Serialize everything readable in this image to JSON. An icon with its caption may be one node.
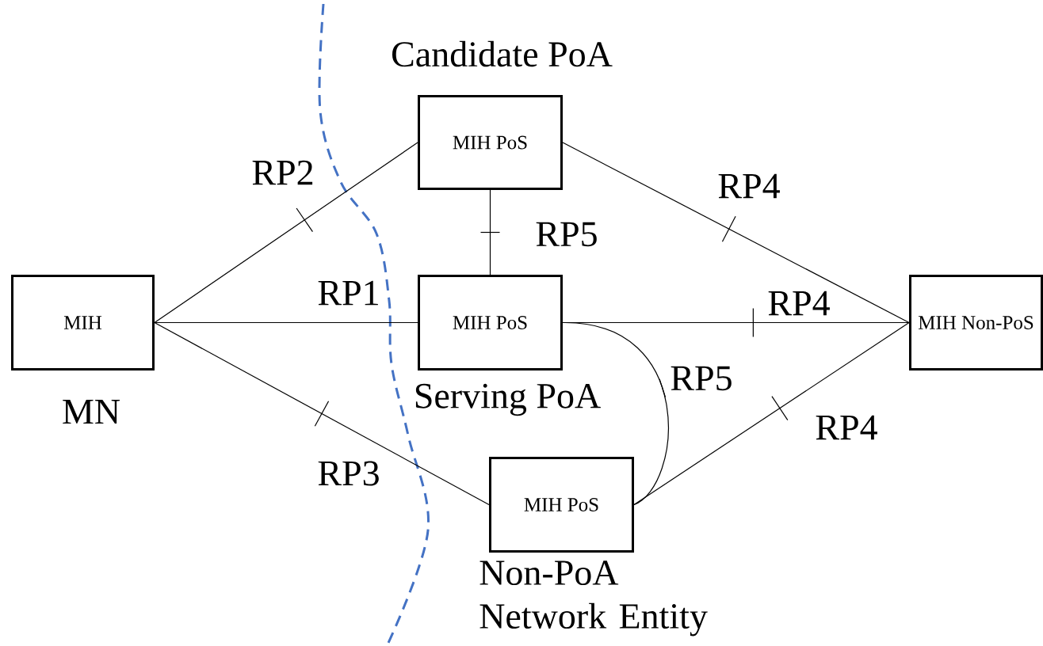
{
  "diagram": {
    "nodes": [
      {
        "text": [
          "MIH"
        ],
        "beside": [
          "MN"
        ]
      },
      {
        "text": [
          "MIH PoS"
        ],
        "beside": [
          "Candidate PoA"
        ]
      },
      {
        "text": [
          "MIH PoS"
        ],
        "beside": [
          "Serving PoA"
        ]
      },
      {
        "text": [
          "MIH PoS"
        ],
        "beside": [
          "Non-PoA Network Entity"
        ]
      },
      {
        "text": [
          "MIH Non-PoS"
        ]
      }
    ],
    "edges": [
      {
        "from": 0,
        "to": 1,
        "arrow": "none",
        "label": "RP2"
      },
      {
        "from": 0,
        "to": 2,
        "arrow": "none",
        "label": "RP1"
      },
      {
        "from": 0,
        "to": 3,
        "arrow": "none",
        "label": "RP3"
      },
      {
        "from": 1,
        "to": 2,
        "arrow": "none",
        "label": "RP5"
      },
      {
        "from": 1,
        "to": 4,
        "arrow": "none",
        "label": "RP4"
      },
      {
        "from": 2,
        "to": 4,
        "arrow": "none",
        "label": "RP4"
      },
      {
        "from": 2,
        "to": 3,
        "arrow": "none",
        "label": "RP5"
      },
      {
        "from": 3,
        "to": 4,
        "arrow": "none",
        "label": "RP4"
      }
    ]
  }
}
